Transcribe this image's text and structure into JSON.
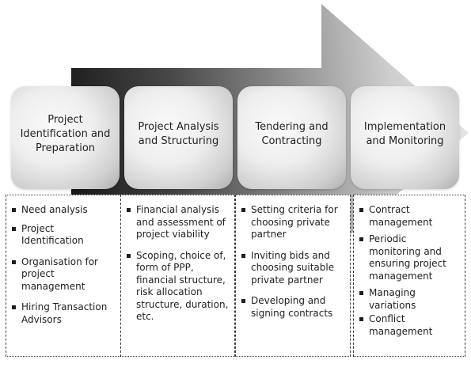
{
  "phases": [
    {
      "title": "Project Identification and Preparation",
      "tasks": [
        "Need analysis",
        "Project Identification",
        "Organisation for project management",
        "Hiring Transaction Advisors"
      ]
    },
    {
      "title": "Project Analysis and Structuring",
      "tasks": [
        "Financial analysis and assessment of project viability",
        "Scoping, choice of, form of PPP, financial structure, risk allocation structure, duration, etc."
      ]
    },
    {
      "title": "Tendering and Contracting",
      "tasks": [
        "Setting criteria for choosing private partner",
        "Inviting bids and choosing suitable private partner",
        "Developing and signing contracts"
      ]
    },
    {
      "title": "Implementation and Monitoring",
      "tasks": [
        "Contract management",
        "Periodic monitoring and ensuring project management",
        "Managing variations",
        "Conflict management"
      ]
    }
  ],
  "colors": {
    "arrow_dark": "#111111",
    "arrow_light": "#e8e8e8",
    "border": "#3a3a3a",
    "text": "#1f1f1f"
  }
}
